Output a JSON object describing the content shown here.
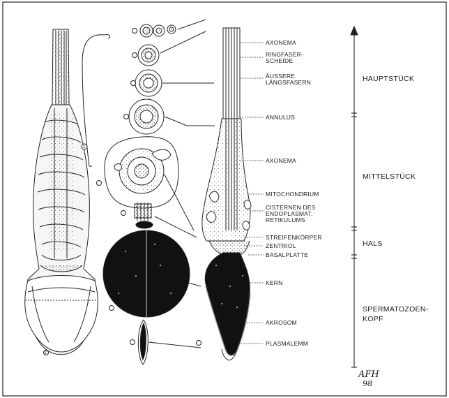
{
  "labels": [
    "AXONEMA",
    "RINGFASER-",
    "SCHEIDE",
    "ÄUSSERE",
    "LÄNGSFASERN",
    "ANNULUS",
    "AXONEMA",
    "MITOCHONDRIUM",
    "CISTERNEN DES",
    "ENDOPLASMAT.",
    "RETIKULUMS",
    "STREIFENKÖRPER",
    "ZENTRIOL",
    "BASALPLATTE",
    "KERN",
    "AKROSOM",
    "PLASMALEMM"
  ],
  "sections": [
    "HAUPTSTÜCK",
    "MITTELSTÜCK",
    "HALS",
    "SPERMATOZOEN-",
    "KOPF"
  ],
  "signature": [
    "AFH",
    "98"
  ]
}
